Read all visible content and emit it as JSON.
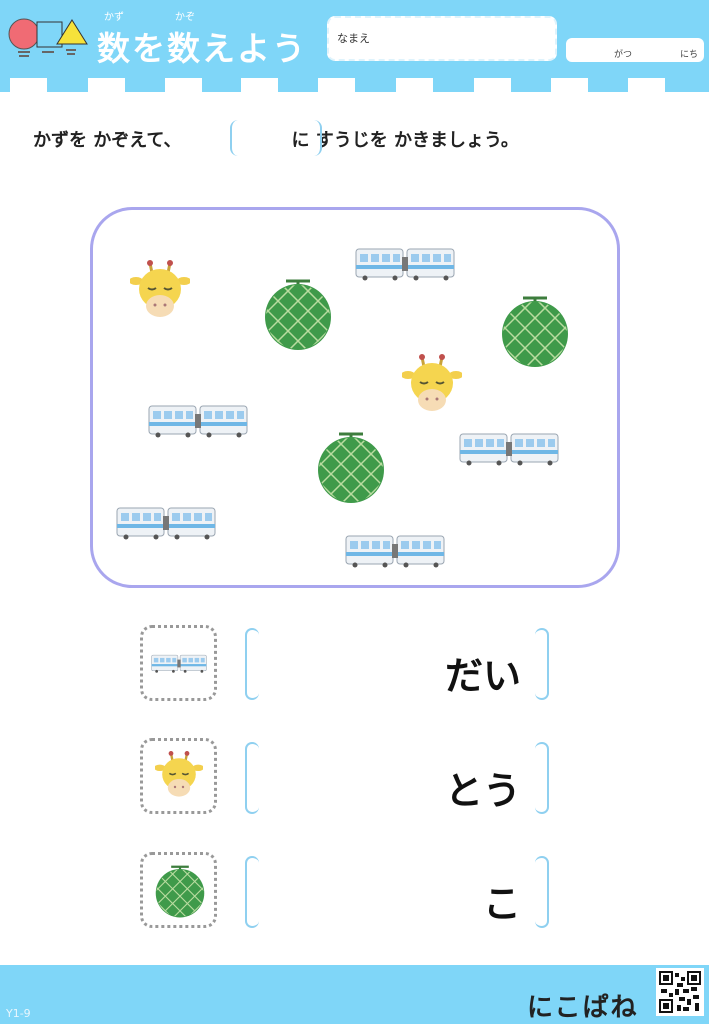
{
  "header": {
    "title": "数を数えよう",
    "ruby_1": "かず",
    "ruby_2": "かぞ",
    "name_label": "なまえ",
    "month_label": "がつ",
    "day_label": "にち"
  },
  "instruction": {
    "before": "かずを かぞえて、",
    "after": "に すうじを かきましょう。"
  },
  "picture": {
    "trains": 5,
    "giraffes": 2,
    "melons": 3
  },
  "answers": [
    {
      "item": "train",
      "unit": "だい"
    },
    {
      "item": "giraffe",
      "unit": "とう"
    },
    {
      "item": "melon",
      "unit": "こ"
    }
  ],
  "footer": {
    "code": "Y1-9",
    "brand": "にこぱね"
  },
  "colors": {
    "header": "#7fd6f8",
    "frame": "#a9a6ee",
    "bracket": "#8fd0f0"
  }
}
